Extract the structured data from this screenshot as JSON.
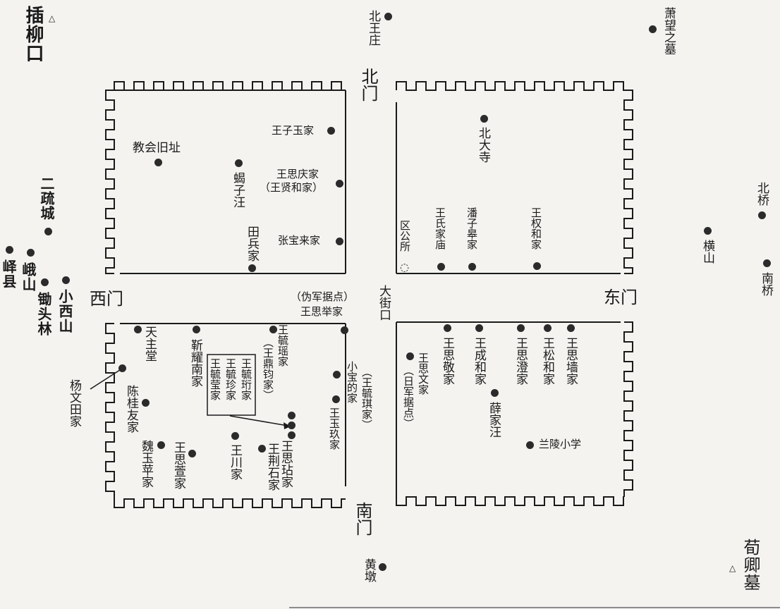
{
  "gates": {
    "north": "北门",
    "south": "南门",
    "west": "西门",
    "east": "东门"
  },
  "outside": {
    "chaliukou": "插柳口",
    "beiwangzhuang": "北王庄",
    "xiaowangzhimu": "萧望之墓",
    "erlucheng": "二疏城",
    "yixian": "峄县",
    "eshan": "峨山",
    "chutoulin": "锄头林",
    "xiaoxishan": "小西山",
    "beiqiao": "北桥",
    "hengshan": "横山",
    "nanqiao": "南桥",
    "huangdun": "黄墩",
    "xunqingmu": "荀卿墓"
  },
  "nw_quarter": {
    "jiaohui": "教会旧址",
    "wangziyu": "王子玉家",
    "xiezi": "蝎子汪",
    "wangsiqing": "王思庆家",
    "wangxianhe": "（王贤和家）",
    "tianbing": "田兵家",
    "zhangbaolai": "张宝来家"
  },
  "ne_quarter": {
    "beidasi": "北大寺",
    "qugongsuo": "区公所",
    "wangshijiamiao": "王氏家庙",
    "panzigao": "潘子皋家",
    "wangquanhe": "王权和家"
  },
  "sw_quarter": {
    "tianzhutang": "天主堂",
    "jinyaonan": "靳耀南家",
    "wangyuyao": "王毓瑶家",
    "wangdingjun": "（王鼎钧家）",
    "weijundian": "（伪军据点）",
    "wangsiju": "王思举家",
    "yangwentian": "杨文田家",
    "chenguiyou": "陈桂友家",
    "box_col1": "王毓莹家",
    "box_col2": "王毓珍家",
    "box_col3": "王毓珩家",
    "xiaobaode": "小宝的家",
    "wangyuqi": "（王毓琪家）",
    "wangyujiu": "王玉玖家",
    "weiyuping": "魏玉苹家",
    "wangsixuan": "王思萱家",
    "wangchuan": "王川家",
    "wangjingshi": "王荆石家",
    "wangsizhan": "王思玷家"
  },
  "se_quarter": {
    "dajiekou": "大街口",
    "wangsiwen": "王思文家",
    "rijundian": "（日军据点）",
    "wangsijing": "王思敬家",
    "wangchenghe": "王成和家",
    "wangsicheng": "王思澄家",
    "wangsonghe": "王松和家",
    "wangsiqiang": "王思墙家",
    "xuejiawang": "薛家汪",
    "lanlingxiaoxue": "兰陵小学"
  },
  "icons": {
    "site_marker": "triangle-icon",
    "place_marker": "dot-icon",
    "office_marker": "circle-icon"
  },
  "colors": {
    "ink": "#1a1a1a",
    "paper": "#f4f3f0"
  }
}
